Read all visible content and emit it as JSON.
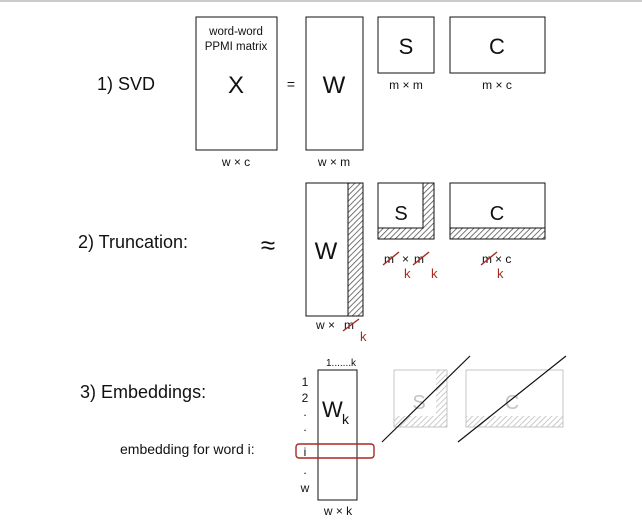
{
  "colors": {
    "ink": "#111111",
    "accent": "#a8281e",
    "hatch": "#555555",
    "faded": "#c4c4c4",
    "faded_hatch": "#bdbdbd"
  },
  "step1": {
    "label": "1) SVD",
    "x_caption_line1": "word-word",
    "x_caption_line2": "PPMI matrix",
    "x_letter": "X",
    "equals": "=",
    "w_letter": "W",
    "s_letter": "S",
    "c_letter": "C",
    "x_dims": "w × c",
    "w_dims": "w × m",
    "s_dims": "m × m",
    "c_dims": "m × c"
  },
  "step2": {
    "label": "2) Truncation:",
    "approx": "≈",
    "w_letter": "W",
    "s_letter": "S",
    "c_letter": "C",
    "w_dims_prefix": "w × ",
    "m": "m",
    "x_sign": "×",
    "c_suffix": "× c",
    "k": "k"
  },
  "step3": {
    "label": "3) Embeddings:",
    "col_index": "1.......k",
    "row_1": "1",
    "row_2": "2",
    "dot": ".",
    "row_i": "i",
    "row_w": "w",
    "wk_base": "W",
    "wk_sub": "k",
    "wk_dims": "w × k",
    "embedding_label": "embedding for word i:",
    "s_letter": "S",
    "c_letter": "C"
  }
}
